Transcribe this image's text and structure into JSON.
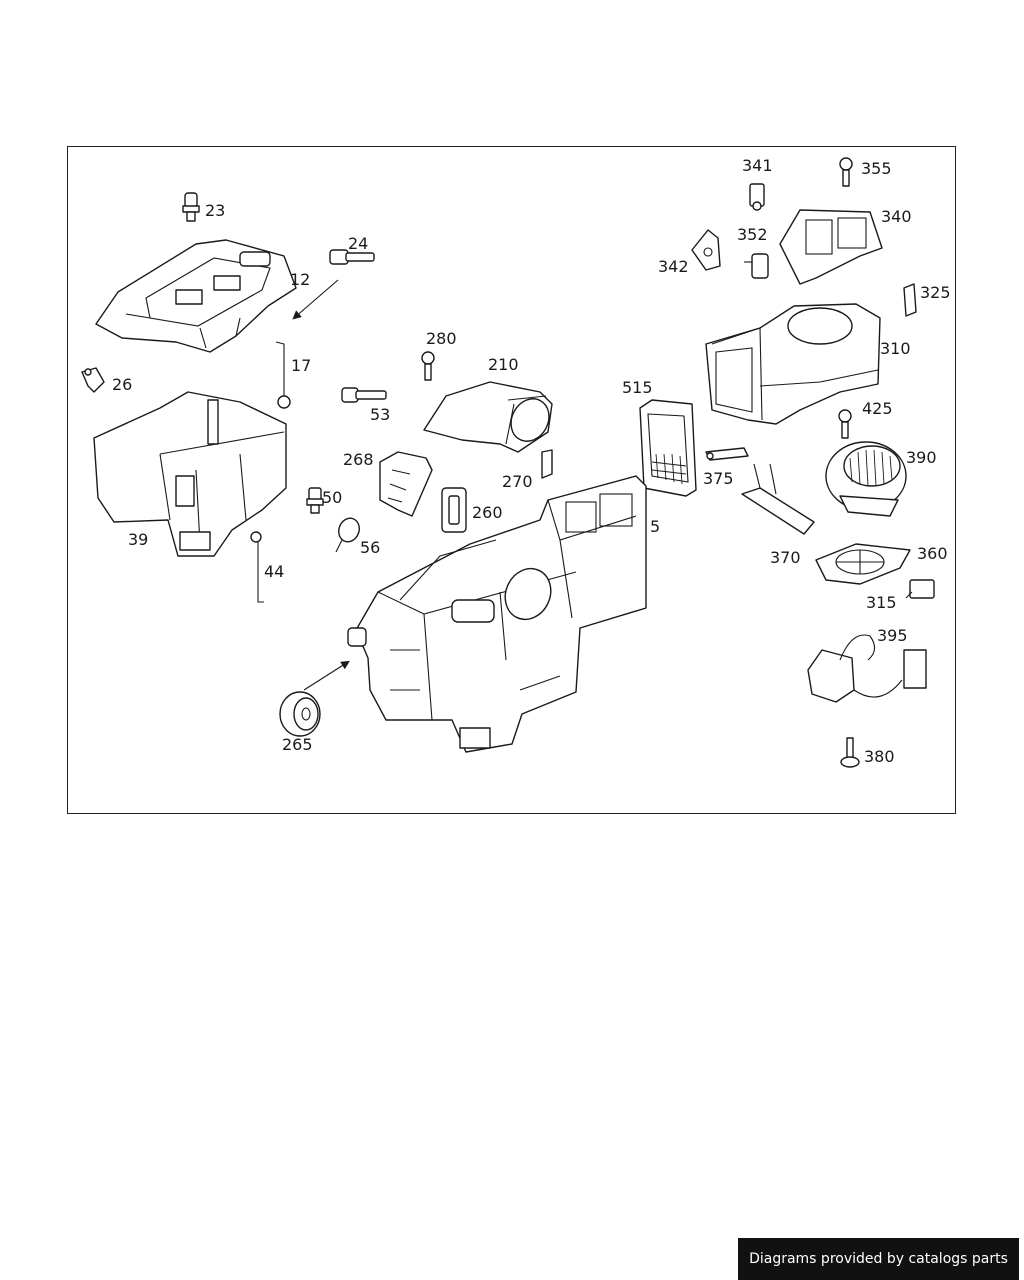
{
  "diagram": {
    "part_labels": [
      "23",
      "24",
      "12",
      "26",
      "17",
      "39",
      "50",
      "44",
      "280",
      "53",
      "210",
      "268",
      "56",
      "260",
      "270",
      "515",
      "375",
      "5",
      "265",
      "341",
      "355",
      "342",
      "352",
      "340",
      "325",
      "310",
      "425",
      "390",
      "370",
      "360",
      "315",
      "395",
      "380"
    ]
  },
  "footer": {
    "credit": "Diagrams provided by catalogs parts"
  },
  "colors": {
    "line": "#1a1a1a",
    "background": "#ffffff",
    "footer_background": "#111111",
    "footer_text": "#ffffff"
  }
}
